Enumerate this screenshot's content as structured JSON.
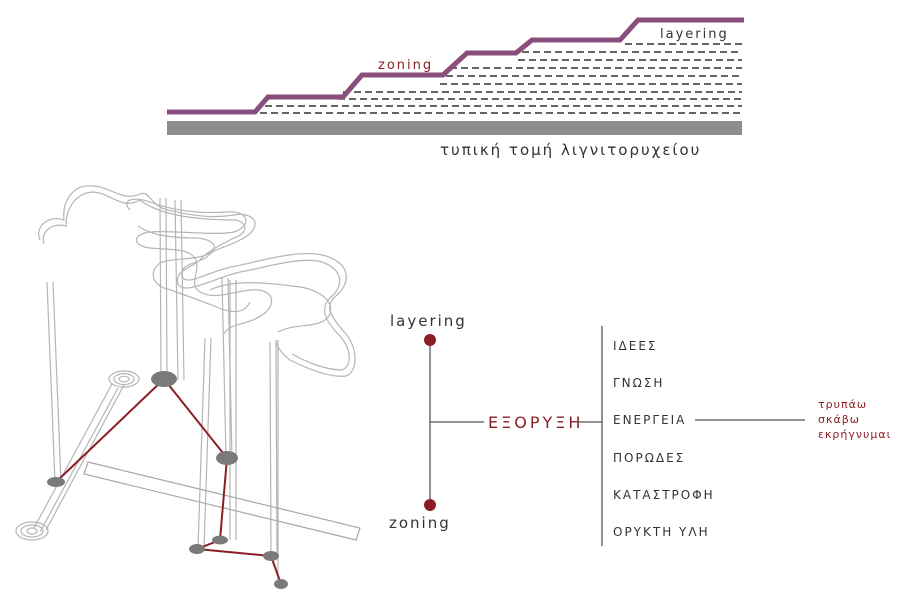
{
  "section": {
    "layering_label": "layering",
    "zoning_label": "zoning",
    "caption": "τυπική τομή λιγνιτορυχείου",
    "colors": {
      "purple": "#8a4e7c",
      "ground": "#8c8c8c",
      "dash": "#333333"
    }
  },
  "concept": {
    "top_node": "layering",
    "bottom_node": "zoning",
    "center": "ΕΞΟΡΥΞΗ",
    "branches": [
      "ΙΔΕΕΣ",
      "ΓΝΩΣΗ",
      "ΕΝΕΡΓΕΙΑ",
      "ΠΟΡΩΔΕΣ",
      "ΚΑΤΑΣΤΡΟΦΗ",
      "ΟΡΥΚΤΗ ΥΛΗ"
    ],
    "energy_actions": [
      "τρυπάω",
      "σκάβω",
      "εκρήγνυμαι"
    ],
    "colors": {
      "accent": "#8b1e24",
      "line": "#555555",
      "text": "#333333"
    }
  },
  "iso": {
    "colors": {
      "contour": "#b5b5b5",
      "node": "#7a7a7a",
      "path": "#8b1e24"
    }
  }
}
